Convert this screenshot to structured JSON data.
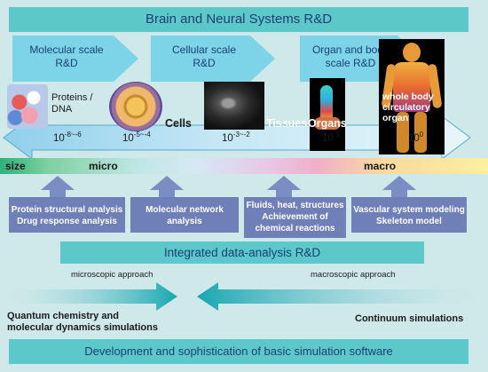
{
  "title": "Brain and Neural Systems R&D",
  "scales": [
    {
      "label": "Molecular scale R&D"
    },
    {
      "label": "Cellular scale R&D"
    },
    {
      "label": "Organ and body scale R&D"
    }
  ],
  "items": {
    "proteins": "Proteins / DNA",
    "cells": "Cells",
    "tissues": "Tissues",
    "organs": "Organs",
    "whole_body": "whole body circulatory organ"
  },
  "powers": [
    {
      "base": "10",
      "exp": "-8~-6"
    },
    {
      "base": "10",
      "exp": "-5~-4"
    },
    {
      "base": "10",
      "exp": "-3~-2"
    },
    {
      "base": "10",
      "exp": "-1"
    },
    {
      "base": "10",
      "exp": "0"
    }
  ],
  "size_axis": {
    "size": "size",
    "micro": "micro",
    "macro": "macro"
  },
  "methods": [
    [
      "Protein structural analysis",
      "Drug response analysis"
    ],
    [
      "Molecular network",
      "analysis"
    ],
    [
      "Fluids, heat, structures",
      "Achievement of",
      "chemical reactions"
    ],
    [
      "Vascular system modeling",
      "Skeleton model"
    ]
  ],
  "integrated": "Integrated data-analysis R&D",
  "approach": {
    "micro": "microscopic approach",
    "macro": "macroscopic approach",
    "left_lines": [
      "Quantum chemistry and",
      "molecular dynamics simulations"
    ],
    "right": "Continuum simulations"
  },
  "footer": "Development and sophistication of basic simulation software",
  "colors": {
    "background": "#cfe8ea",
    "band": "#5dc8c9",
    "band_text": "#1b3f73",
    "method_box": "#6f7fb8",
    "arrow_up": "#7b8ec4",
    "approach_arrow": "#17a6b0"
  }
}
